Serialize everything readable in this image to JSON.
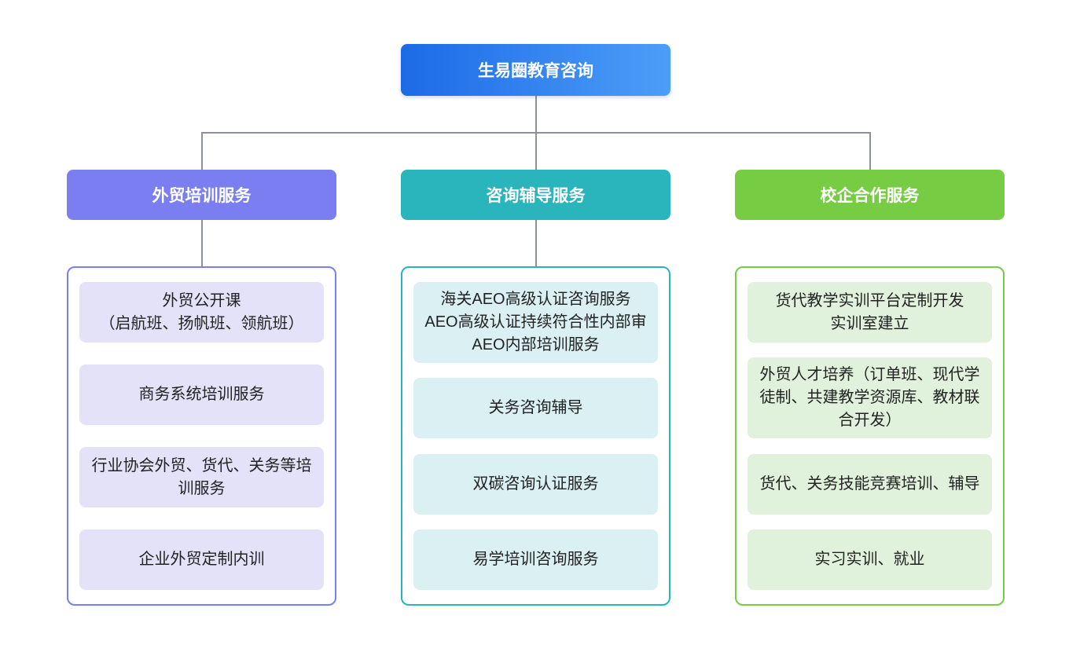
{
  "diagram": {
    "root": {
      "label": "生易圈教育咨询"
    },
    "branches": [
      {
        "label": "外贸培训服务",
        "items": [
          "外贸公开课\n（启航班、扬帆班、领航班）",
          "商务系统培训服务",
          "行业协会外贸、货代、关务等培训服务",
          "企业外贸定制内训"
        ]
      },
      {
        "label": "咨询辅导服务",
        "items": [
          "海关AEO高级认证咨询服务\nAEO高级认证持续符合性内部审\nAEO内部培训服务",
          "关务咨询辅导",
          "双碳咨询认证服务",
          "易学培训咨询服务"
        ]
      },
      {
        "label": "校企合作服务",
        "items": [
          "货代教学实训平台定制开发\n实训室建立",
          "外贸人才培养（订单班、现代学徒制、共建教学资源库、教材联合开发）",
          "货代、关务技能竞赛培训、辅导",
          "实习实训、就业"
        ]
      }
    ],
    "colors": {
      "root_gradient_start": "#1d6ae7",
      "root_gradient_end": "#4c9ef8",
      "branch_1": "#7b7ef0",
      "branch_1_item_bg": "#e4e2f8",
      "branch_2": "#2ab5bd",
      "branch_2_item_bg": "#dbf0f2",
      "branch_3": "#76cc43",
      "branch_3_item_bg": "#e0f2dc",
      "connector": "#8c9199"
    }
  }
}
